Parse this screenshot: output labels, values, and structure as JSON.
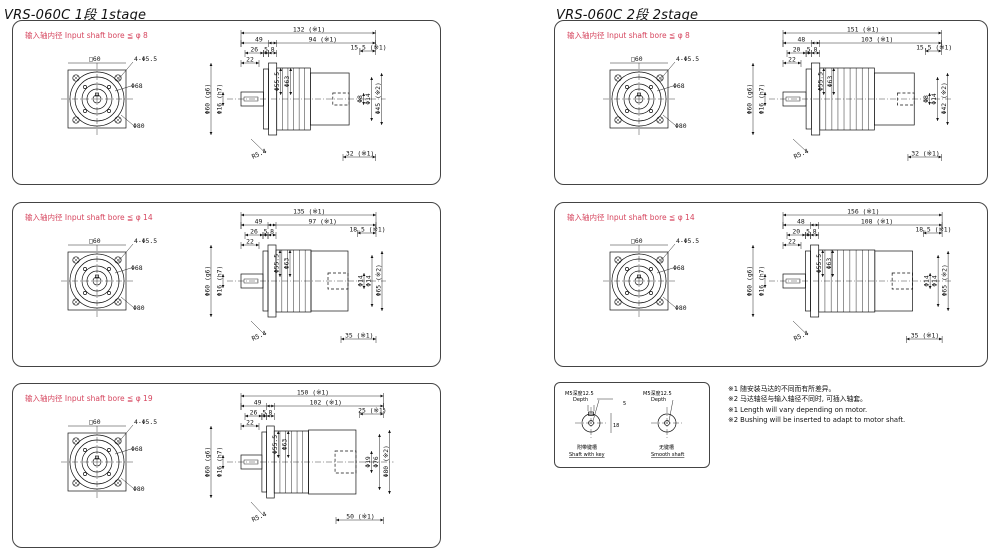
{
  "titles": {
    "stage1": "VRS-060C  1段  1stage",
    "stage2": "VRS-060C  2段  2stage"
  },
  "panels": [
    {
      "id": "p1s8",
      "bore": "输入轴内径  Input shaft bore  ≦ φ 8",
      "front": {
        "square": "□60",
        "holes": "4-Φ5.5",
        "pcd": "Φ68",
        "pilot": "Φ80"
      },
      "dims": {
        "total": "132 (※1)",
        "body": "94 (※1)",
        "d49": "49",
        "d26": "26",
        "d5": "5",
        "d8": "8",
        "d22": "22",
        "key": "15.5 (※1)",
        "bottom": "32 (※1)",
        "v1": "Φ60 (g6)",
        "v2": "Φ16 (h7)",
        "v3": "Φ55.5",
        "v4": "Φ63",
        "v5": "Φ8",
        "v6": "Φ14",
        "v7": "Φ45 (※2)",
        "slant": "R5.4"
      }
    },
    {
      "id": "p1s14",
      "bore": "输入轴内径  Input shaft bore  ≦ φ 14",
      "front": {
        "square": "□60",
        "holes": "4-Φ5.5",
        "pcd": "Φ68",
        "pilot": "Φ80"
      },
      "dims": {
        "total": "135 (※1)",
        "body": "97 (※1)",
        "d49": "49",
        "d26": "26",
        "d5": "5",
        "d8": "8",
        "d22": "22",
        "key": "18.5 (※1)",
        "bottom": "35 (※1)",
        "v1": "Φ60 (g6)",
        "v2": "Φ16 (h7)",
        "v3": "Φ55.5",
        "v4": "Φ63",
        "v5": "Φ14",
        "v6": "Φ14",
        "v7": "Φ65 (※2)",
        "slant": "R5.4"
      }
    },
    {
      "id": "p1s19",
      "bore": "输入轴内径  Input shaft bore  ≦ φ 19",
      "front": {
        "square": "□60",
        "holes": "4-Φ5.5",
        "pcd": "Φ68",
        "pilot": "Φ80"
      },
      "dims": {
        "total": "150 (※1)",
        "body": "102 (※1)",
        "d49": "49",
        "d26": "26",
        "d5": "5",
        "d8": "8",
        "d22": "22",
        "key": "25 (※1)",
        "bottom": "50 (※1)",
        "v1": "Φ60 (g6)",
        "v2": "Φ16 (h7)",
        "v3": "Φ55.5",
        "v4": "Φ63",
        "v5": "Φ19",
        "v6": "Φ76",
        "v7": "Φ80 (※2)",
        "slant": "R5.4"
      }
    },
    {
      "id": "p2s8",
      "bore": "输入轴内径  Input shaft bore  ≦ φ 8",
      "front": {
        "square": "□60",
        "holes": "4-Φ5.5",
        "pcd": "Φ68",
        "pilot": "Φ80"
      },
      "dims": {
        "total": "151 (※1)",
        "body": "103 (※1)",
        "d49": "48",
        "d26": "20",
        "d5": "5",
        "d8": "8",
        "d22": "22",
        "key": "15.5 (※1)",
        "bottom": "32 (※1)",
        "v1": "Φ60 (g6)",
        "v2": "Φ16 (h7)",
        "v3": "Φ55.5",
        "v4": "Φ63",
        "v5": "Φ8",
        "v6": "Φ14",
        "v7": "Φ42 (※2)",
        "slant": "R5.4"
      }
    },
    {
      "id": "p2s14",
      "bore": "输入轴内径  Input shaft bore  ≦ φ 14",
      "front": {
        "square": "□60",
        "holes": "4-Φ5.5",
        "pcd": "Φ68",
        "pilot": "Φ80"
      },
      "dims": {
        "total": "156 (※1)",
        "body": "108 (※1)",
        "d49": "48",
        "d26": "20",
        "d5": "5",
        "d8": "8",
        "d22": "22",
        "key": "18.5 (※1)",
        "bottom": "35 (※1)",
        "v1": "Φ60 (g6)",
        "v2": "Φ16 (h7)",
        "v3": "Φ55.5",
        "v4": "Φ63",
        "v5": "Φ14",
        "v6": "Φ14",
        "v7": "Φ65 (※2)",
        "slant": "R5.4"
      }
    }
  ],
  "shaft_detail": {
    "left_label": "M5深度12.5",
    "left_sub": "Depth",
    "right_label": "M5深度12.5",
    "right_sub": "Depth",
    "left_caption": "附带键槽",
    "left_caption_en": "Shaft with key",
    "right_caption": "无键槽",
    "right_caption_en": "Smooth shaft",
    "d_a": "5",
    "d_b": "18",
    "d_c": "3"
  },
  "notes": [
    "※1  随安装马达的不同而有所差异。",
    "※2  马达轴径与输入轴径不同时, 可插入轴套。",
    "※1  Length will vary depending on motor.",
    "※2  Bushing will be inserted to adapt to motor shaft."
  ]
}
